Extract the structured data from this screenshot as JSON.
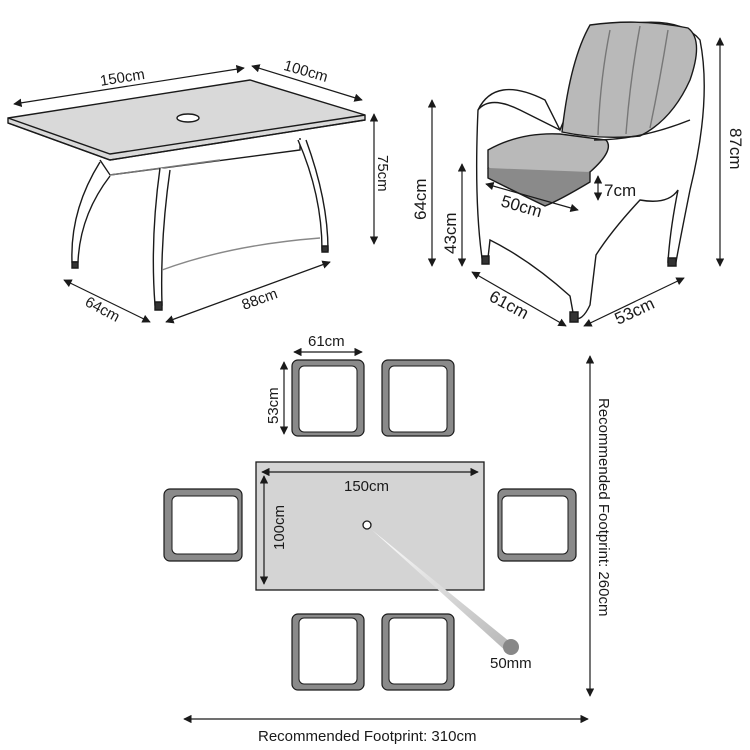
{
  "table_view": {
    "length_label": "150cm",
    "width_label": "100cm",
    "height_label": "75cm",
    "leg_span_depth_label": "64cm",
    "leg_span_length_label": "88cm"
  },
  "chair_view": {
    "overall_height_label": "87cm",
    "arm_height_label": "64cm",
    "seat_height_label": "43cm",
    "seat_depth_label": "50cm",
    "cushion_thickness_label": "7cm",
    "chair_width_label": "61cm",
    "chair_depth_label": "53cm"
  },
  "plan_view": {
    "chair_width_label": "61cm",
    "chair_depth_label": "53cm",
    "table_length_label": "150cm",
    "table_width_label": "100cm",
    "parasol_hole_label": "50mm",
    "footprint_width_label": "Recommended Footprint: 310cm",
    "footprint_depth_label": "Recommended Footprint: 260cm"
  },
  "colors": {
    "line": "#1a1a1a",
    "cushion": "#b9b9b9",
    "cushion_dark": "#8a8a8a",
    "glass": "#d4d4d4",
    "chair_frame": "#555555"
  }
}
